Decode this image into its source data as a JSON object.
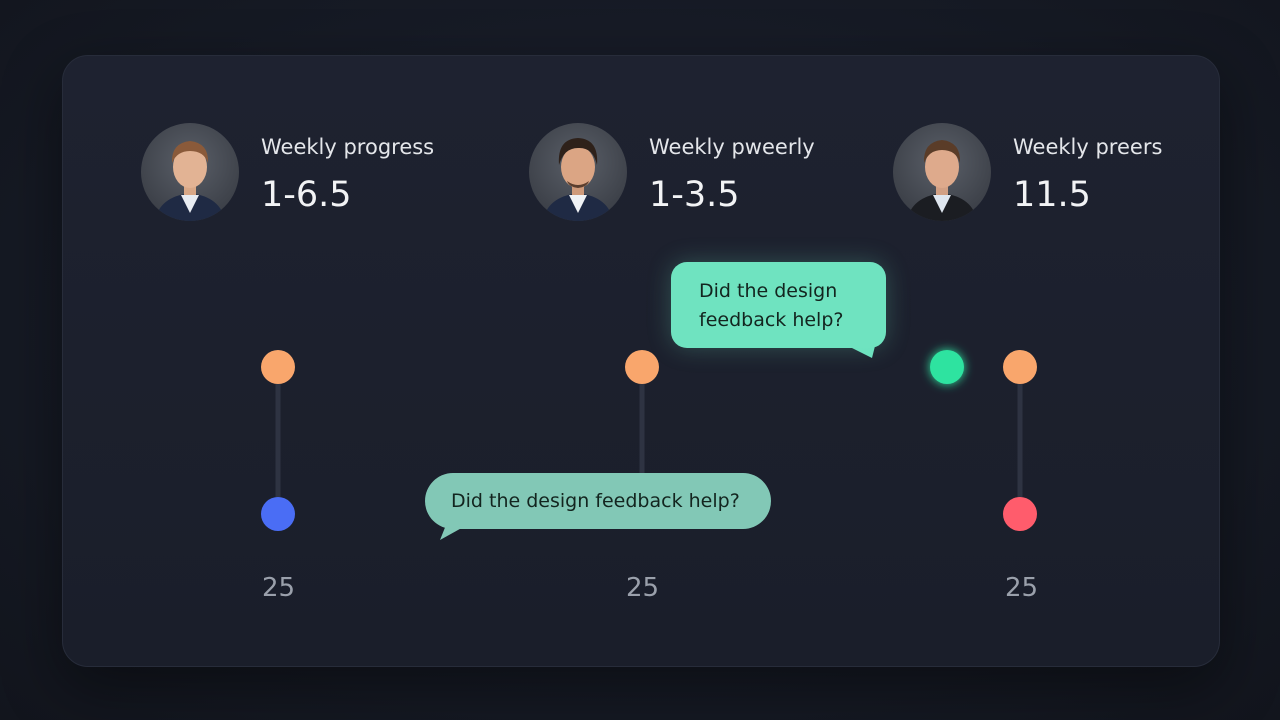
{
  "stats": [
    {
      "label": "Weekly progress",
      "value": "1-6.5"
    },
    {
      "label": "Weekly pwеerly",
      "value": "1-3.5"
    },
    {
      "label": "Weekly preers",
      "value": "11.5"
    }
  ],
  "bubbles": {
    "top": {
      "line1": "Did the design",
      "line2": "feedback help?"
    },
    "bottom": "Did the design feedback help?"
  },
  "tick_labels": [
    "25",
    "25",
    "25"
  ],
  "colors": {
    "orange": "#f9a66c",
    "blue": "#4a6df5",
    "green": "#2de3a0",
    "red": "#ff5c6c",
    "bubble_top": "#6fe3c0",
    "bubble_bottom": "#82c8b6"
  }
}
